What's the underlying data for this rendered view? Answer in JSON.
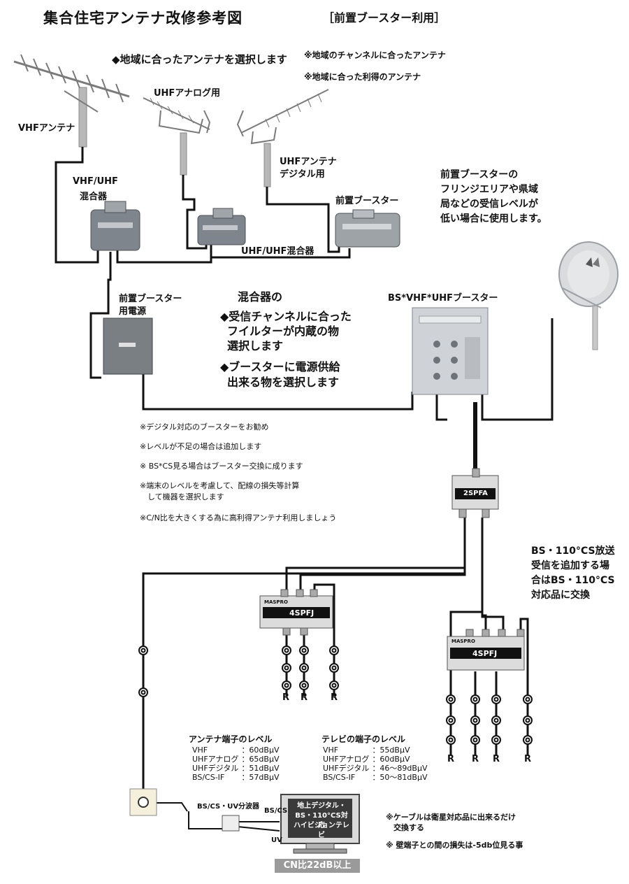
{
  "title": "集合住宅アンテナ改修参考図",
  "subtitle": "［前置ブースター利用］",
  "select_note": "◆地域に合ったアンテナを選択します",
  "region_notes": [
    "※地域のチャンネルに合ったアンテナ",
    "※地域に合った利得のアンテナ"
  ],
  "antennas": {
    "vhf": "VHFアンテナ",
    "uhf_analog": "UHFアナログ用",
    "uhf_digital": [
      "UHFアンテナ",
      "デジタル用"
    ]
  },
  "devices": {
    "vhf_uhf_mixer": [
      "VHF/UHF",
      "混合器"
    ],
    "uhf_uhf_mixer": "UHF/UHF混合器",
    "preamp": "前置ブースター",
    "preamp_power": [
      "前置ブースター",
      "用電源"
    ],
    "main_booster": "BS*VHF*UHFブースター",
    "splitter2": "2SPFA",
    "splitter4_left": "4SPFJ",
    "splitter4_right": "4SPFJ",
    "brand": "MASPRO"
  },
  "preamp_note": [
    "前置ブースターの",
    "フリンジエリアや県域",
    "局などの受信レベルが",
    "低い場合に使用します。"
  ],
  "mixer_note": {
    "heading": "混合器の",
    "lines": [
      "◆受信チャンネルに合った",
      "フイルターが内蔵の物",
      "選択します",
      "◆ブースターに電源供給",
      "出来る物を選択します"
    ]
  },
  "recommend_notes": [
    "※デジタル対応のブースターをお勧め",
    "※レベルが不足の場合は追加します",
    "※ BS*CS見る場合はブースター交換に成ります",
    "※端末のレベルを考慮して、配線の損失等計算",
    "　して機器を選択します",
    "※C/N比を大きくする為に高利得アンテナ利用しましょう"
  ],
  "bs_note": [
    "BS・110°CS放送",
    "受信を追加する場",
    "合はBS・110°CS",
    "対応品に交換"
  ],
  "outlet_label": "R",
  "antenna_level": {
    "heading": "アンテナ端子のレベル",
    "rows": [
      [
        "VHF",
        "：60dBμV"
      ],
      [
        "UHFアナログ",
        "：65dBμV"
      ],
      [
        "UHFデジタル",
        "：51dBμV"
      ],
      [
        "BS/CS-IF",
        "：57dBμV"
      ]
    ]
  },
  "tv_level": {
    "heading": "テレビの端子のレベル",
    "rows": [
      [
        "VHF",
        "：55dBμV"
      ],
      [
        "UHFアナログ",
        "：60dBμV"
      ],
      [
        "UHFデジタル",
        "：46～89dBμV"
      ],
      [
        "BS/CS-IF",
        "：50～81dBμV"
      ]
    ]
  },
  "separator": "BS/CS・UV分波器",
  "bscs": "BS/CS",
  "uv": "UV",
  "tv_screen": [
    "地上デジタル・",
    "BS・110°CS対応",
    "ハイビジョンテレビ"
  ],
  "tv_caption": "CN比22dB以上",
  "cable_notes": [
    "※ケーブルは衛星対応品に出来るだけ",
    "　交換する",
    "※  壁端子との間の損失は-5db位見る事"
  ],
  "colors": {
    "line": "#111111",
    "device": "#7f858c",
    "device_dark": "#4d5359",
    "booster": "#cfd3d8",
    "splitter": "#dcdcdc"
  }
}
